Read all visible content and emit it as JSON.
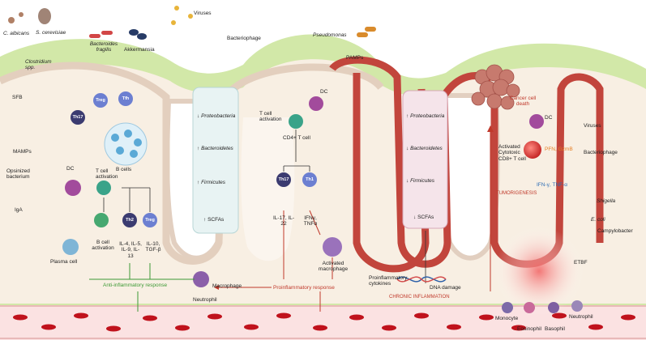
{
  "microbes_top": {
    "c_albicans": "C. albicans",
    "s_cerevisiae": "S. cerevisiae",
    "viruses": "Viruses",
    "bacteroides": "Bacteroides fragilis",
    "akkermansia": "Akkermansia",
    "bacteriophage": "Bacteriophage",
    "clostridium": "Clostridium spp.",
    "pseudomonas": "Pseudomonas"
  },
  "left_panel": {
    "sfb": "SFB",
    "th17": "Th17",
    "treg": "Treg",
    "tfh": "Tfh",
    "b_cells": "B cells",
    "mamps": "MAMPs",
    "opsonized": "Opsinized bacterium",
    "iga": "IgA",
    "dc": "DC",
    "t_activation": "T cell activation",
    "b_activation": "B cell activation",
    "th2": "Th2",
    "treg2": "Treg",
    "th2_cytokines": "IL-4, IL-5, IL-9, IL-13",
    "treg_cytokines": "IL-10, TGF-β",
    "plasma": "Plasma cell",
    "anti_inflammatory": "Anti-inflammatory response",
    "macrophage": "Macrophage",
    "neutrophil": "Neutrophil"
  },
  "healthy_box": {
    "proteo": "Proteobacteria",
    "bacteroidetes": "Bacteroidetes",
    "firmicutes": "Firmicutes",
    "scfas": "SCFAs",
    "arrow_down": "↓",
    "arrow_up": "↑"
  },
  "middle": {
    "t_activation": "T cell activation",
    "dc": "DC",
    "cd4": "CD4+ T cell",
    "th17": "Th17",
    "th1": "Th1",
    "th17_cytokines": "IL-17, IL-22",
    "th1_cytokines": "IFNγ, TNFα",
    "activated_macrophage": "Activated macrophage",
    "pro_inflammatory": "Proinflammatory response",
    "pamps": "PAMPs"
  },
  "dysbiosis_box": {
    "proteo": "Proteobacteria",
    "bacteroidetes": "Bacteroidetes",
    "firmicutes": "Firmicutes",
    "scfas": "SCFAs",
    "arrow_down": "↓",
    "arrow_up": "↑"
  },
  "right_panel": {
    "pro_cytokines": "Proinflammatory cytokines",
    "dna_damage": "DNA damage",
    "chronic": "CHRONIC INFLAMMATION",
    "tumorigenesis": "TUMORIGENESIS",
    "cancer_death": "Cancer cell death",
    "dc": "DC",
    "activated_ctl": "Activated Cytotoxic CD8+ T cell",
    "pfn": "PFN, GzmB",
    "ifn": "IFN-γ, TNF-α",
    "viruses": "Viruses",
    "bacteriophage": "Bacteriophage",
    "shigella": "Shigella",
    "ecoli": "E. coli",
    "campylobacter": "Campylobacter",
    "etbf": "ETBF",
    "monocyte": "Monocyte",
    "eosinophil": "Eosinophil",
    "basophil": "Basophil",
    "neutrophil": "Neutrophil"
  },
  "colors": {
    "lumen_green": "#cfe6a6",
    "mucosa": "#f6ecdf",
    "epithelium": "#e6d3c4",
    "inflamed": "#c2453c",
    "blood": "#c0121c",
    "healthy_box": "#e8f3f3",
    "dysbiosis_box": "#f5e4ea"
  }
}
